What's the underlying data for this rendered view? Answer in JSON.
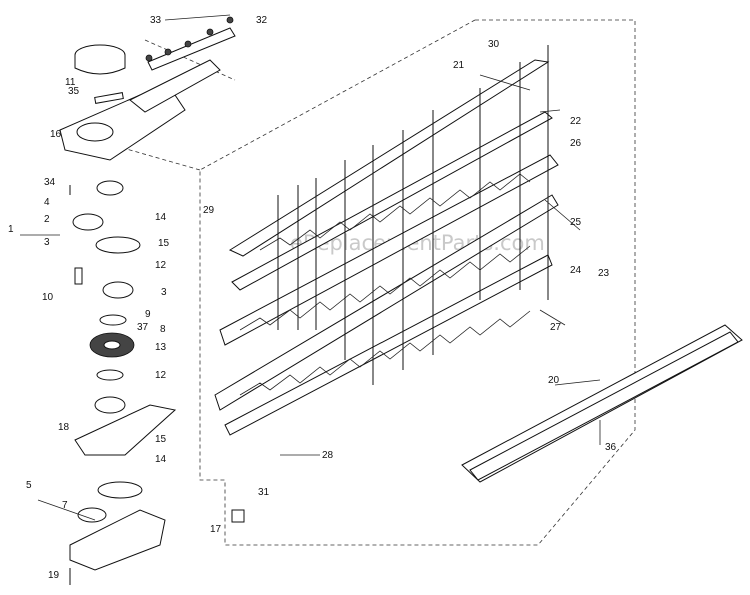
{
  "watermark": "eReplacementParts.com",
  "callouts": {
    "c1": "1",
    "c2": "2",
    "c3": "3",
    "c3b": "3",
    "c4": "4",
    "c5": "5",
    "c7": "7",
    "c8": "8",
    "c9": "9",
    "c10": "10",
    "c11": "11",
    "c12a": "12",
    "c12b": "12",
    "c13": "13",
    "c14a": "14",
    "c14b": "14",
    "c15a": "15",
    "c15b": "15",
    "c16": "16",
    "c17": "17",
    "c18": "18",
    "c19": "19",
    "c20": "20",
    "c21": "21",
    "c22": "22",
    "c23": "23",
    "c24": "24",
    "c25": "25",
    "c26": "26",
    "c27": "27",
    "c28": "28",
    "c29": "29",
    "c30": "30",
    "c31": "31",
    "c32": "32",
    "c33": "33",
    "c34": "34",
    "c35": "35",
    "c36": "36",
    "c37": "37"
  }
}
